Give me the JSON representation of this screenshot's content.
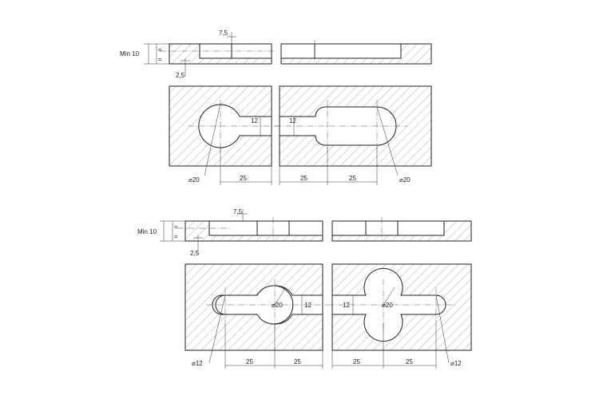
{
  "labels": {
    "min_thickness": "Min 10",
    "equal": "=",
    "depth_top": "7,5",
    "depth_bottom": "2,5",
    "slot_width": "12",
    "dim_25": "25",
    "diameter_20": "⌀20",
    "diameter_12": "⌀12"
  },
  "colors": {
    "line": "#222222",
    "background": "#ffffff"
  }
}
